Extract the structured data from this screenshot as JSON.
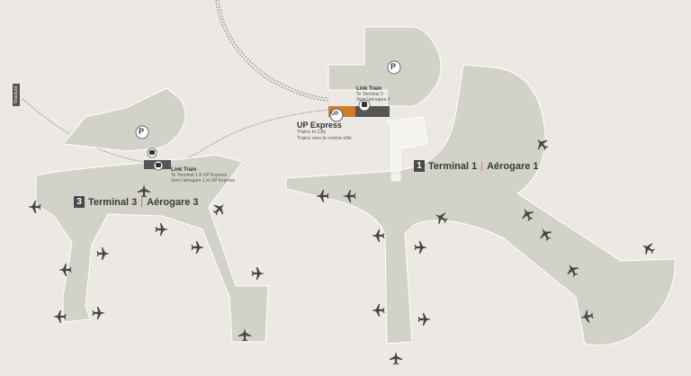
{
  "terminal1": {
    "number": "1",
    "en": "Terminal 1",
    "sep": "|",
    "fr": "Aérogare 1"
  },
  "terminal3": {
    "number": "3",
    "en": "Terminal 3",
    "sep": "|",
    "fr": "Aérogare 3"
  },
  "up_express": {
    "badge": "UP",
    "title": "UP Express",
    "line1": "Trains to City",
    "line2": "Trains vers le centre-ville"
  },
  "link_train_t1": {
    "title": "Link Train",
    "line1": "To Terminal 3",
    "line2": "Vers l'aérogare 3"
  },
  "link_train_t3": {
    "title": "Link Train",
    "line1": "To Terminal 1 & UP Express",
    "line2": "Vers l'aérogare 1 et UP Express"
  },
  "parking_symbol": "P",
  "viscount_label": "Viscount",
  "colors": {
    "ground": "#ECE9E4",
    "building": "#D3D2C9",
    "outline": "#FFFFFF",
    "up_orange": "#D07A2A",
    "link_gray": "#555555",
    "text": "#3A3A3A"
  }
}
